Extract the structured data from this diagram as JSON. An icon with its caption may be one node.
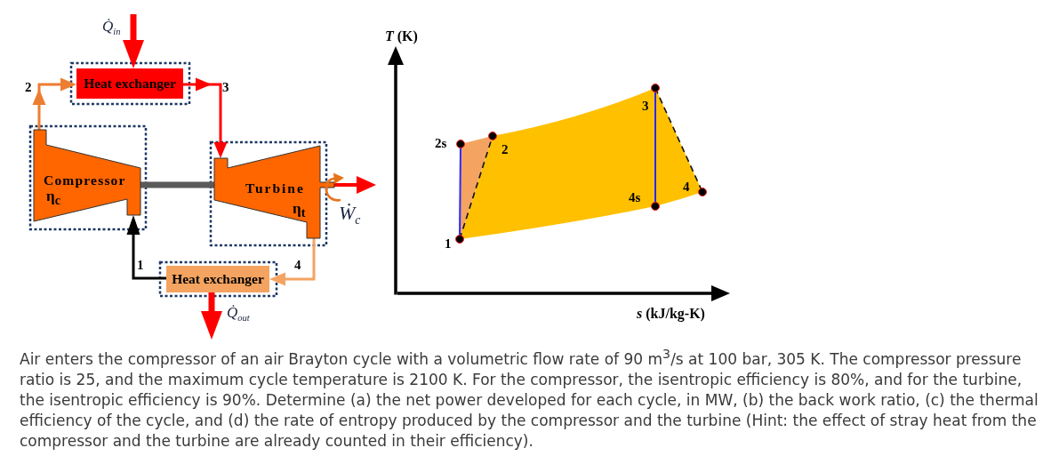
{
  "diagram": {
    "nodes": [
      {
        "text": [
          "Heat exchanger"
        ]
      },
      {
        "text": [
          "Compressor",
          "η$_{c}$"
        ]
      },
      {
        "text": [
          "Turbine",
          "η$_{t}$"
        ]
      },
      {
        "text": [
          "Heat exchanger"
        ]
      }
    ],
    "edges": [
      {
        "from": 1,
        "to": 0,
        "arrow": "to",
        "label": "2",
        "color": "#ed7d31"
      },
      {
        "from": 0,
        "to": 2,
        "arrow": "to",
        "label": "3"
      },
      {
        "from": 2,
        "to": 3,
        "arrow": "to",
        "label": "4",
        "color": "#f4a460"
      },
      {
        "from": 3,
        "to": 1,
        "arrow": "to",
        "label": "1",
        "color": "#000000"
      },
      {
        "from": null,
        "to": 0,
        "arrow": "to",
        "label": "Q̇$_{in}$",
        "style": "thick"
      },
      {
        "from": 3,
        "to": null,
        "arrow": "to",
        "label": "Q̇$_{out}$",
        "style": "thick"
      },
      {
        "from": 1,
        "to": 2,
        "arrow": "none",
        "style": "thick",
        "color": "#5a5a5a"
      },
      {
        "from": 2,
        "to": null,
        "arrow": "to",
        "label": "Ẇ$_{c}$"
      }
    ],
    "labels": [
      "*T* (K)",
      "3",
      "2s",
      "2",
      "4",
      "4s",
      "1",
      "*s* (kJ/kg-K)",
      "Air enters the compressor of an air Brayton cycle with a volumetric flow rate of 90 m$^{3}$/s at 100 bar, 305 K. The compressor pressure ratio is 25, and the maximum cycle temperature is 2100 K. For the compressor, the isentropic efficiency is 80%, and for the turbine, the isentropic efficiency is 90%. Determine (a) the net power developed for each cycle, in MW, (b) the back work ratio, (c) the thermal efficiency of the cycle, and (d) the rate of entropy produced by the compressor and the turbine (Hint: the effect of stray heat from the compressor and the turbine are already counted in their efficiency)."
    ]
  }
}
